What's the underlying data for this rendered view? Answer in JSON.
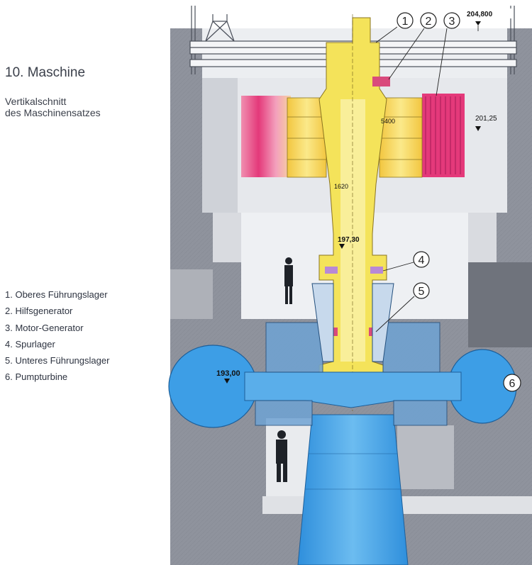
{
  "header": {
    "title": "10. Maschine",
    "subtitle_lines": [
      "Vertikalschnitt",
      "des Maschinensatzes"
    ]
  },
  "legend": [
    "1. Oberes Führungslager",
    "2. Hilfsgenerator",
    "3. Motor-Generator",
    "4. Spurlager",
    "5. Unteres Führungslager",
    "6. Pumpturbine"
  ],
  "callouts": [
    "1",
    "2",
    "3",
    "4",
    "5",
    "6"
  ],
  "elevations": {
    "top": "204,800",
    "generator": "201,25",
    "shaft": "197,30",
    "turbine": "193,00"
  },
  "dimensions": {
    "rotor": "5400",
    "shaft": "1620"
  },
  "colors": {
    "concrete": "#8f939d",
    "concrete_light": "#d7d9de",
    "shaft": "#f4e35a",
    "stator": "#e4397a",
    "water": "#3d9ee6",
    "steel": "#6fa3d4"
  }
}
